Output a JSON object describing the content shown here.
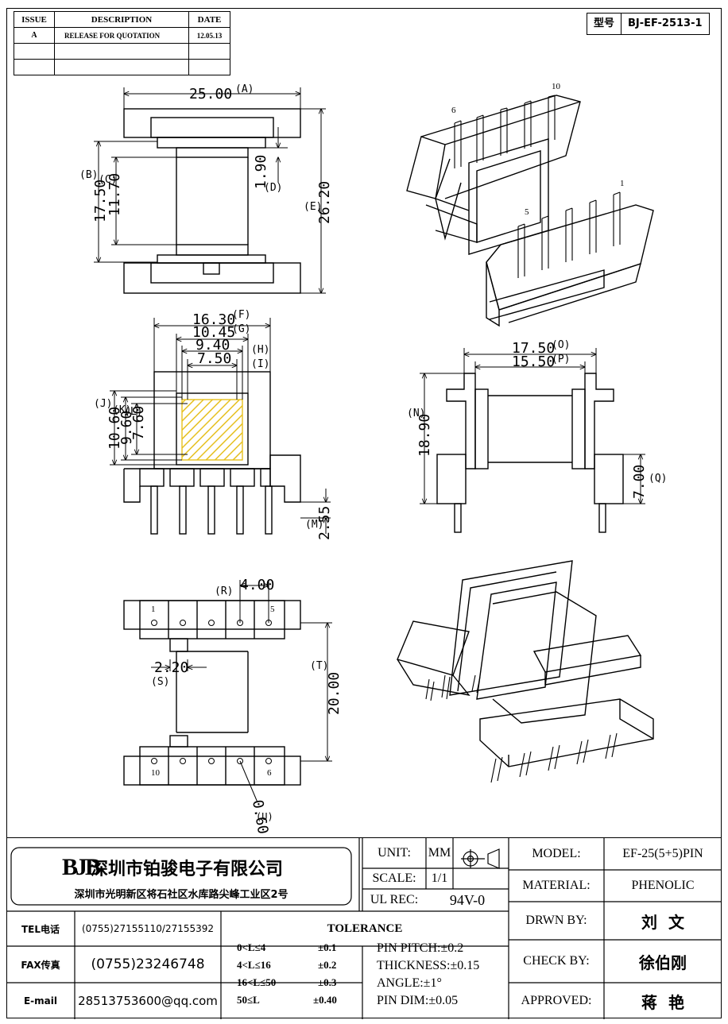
{
  "revision_table": {
    "headers": [
      "ISSUE",
      "DESCRIPTION",
      "DATE"
    ],
    "rows": [
      {
        "issue": "A",
        "description": "RELEASE FOR QUOTATION",
        "date": "12.05.13"
      },
      {
        "issue": "",
        "description": "",
        "date": ""
      },
      {
        "issue": "",
        "description": "",
        "date": ""
      }
    ]
  },
  "model_box": {
    "label": "型号",
    "value": "BJ-EF-2513-1"
  },
  "dimensions": {
    "A": "25.00",
    "B": "17.50",
    "C": "11.70",
    "D": "1.90",
    "E": "26.20",
    "F": "16.30",
    "G": "10.45",
    "H": "9.40",
    "I": "7.50",
    "J": "10.60",
    "K": "9.60",
    "L": "7.60",
    "M": "2.55",
    "O": "17.50",
    "P": "15.50",
    "N": "18.90",
    "Q": "7.00",
    "R": "4.00",
    "S": "2.20",
    "T": "20.00",
    "U": "0.60"
  },
  "dim_letters": {
    "A": "(A)",
    "B": "(B)",
    "C": "(C)",
    "D": "(D)",
    "E": "(E)",
    "F": "(F)",
    "G": "(G)",
    "H": "(H)",
    "I": "(I)",
    "J": "(J)",
    "K": "(K)",
    "L": "(L)",
    "M": "(M)",
    "N": "(N)",
    "O": "(O)",
    "P": "(P)",
    "Q": "(Q)",
    "R": "(R)",
    "S": "(S)",
    "T": "(T)",
    "U": "(U)"
  },
  "pin_labels": {
    "p1": "1",
    "p5": "5",
    "p6": "6",
    "p10": "10"
  },
  "company": {
    "logo": "BJB",
    "name": "深圳市铂骏电子有限公司",
    "address": "深圳市光明新区将石社区水库路尖峰工业区2号"
  },
  "unit": {
    "label": "UNIT:",
    "value": "MM"
  },
  "scale": {
    "label": "SCALE:",
    "value": "1/1"
  },
  "ul": {
    "label": "UL REC:",
    "value": "94V-0"
  },
  "contact": {
    "tel_label": "TEL电话",
    "tel": "(0755)27155110/27155392",
    "fax_label": "FAX传真",
    "fax": "(0755)23246748",
    "email_label": "E-mail",
    "email": "28513753600@qq.com"
  },
  "tolerance": {
    "title": "TOLERANCE",
    "ranges": [
      {
        "range": "0<L≤4",
        "tol": "±0.1"
      },
      {
        "range": "4<L≤16",
        "tol": "±0.2"
      },
      {
        "range": "16<L≤50",
        "tol": "±0.3"
      },
      {
        "range": "50≤L",
        "tol": "±0.40"
      }
    ],
    "notes": [
      "PIN PITCH:±0.2",
      "THICKNESS:±0.15",
      "ANGLE:±1°",
      "PIN DIM:±0.05"
    ]
  },
  "info": {
    "model_label": "MODEL:",
    "model": "EF-25(5+5)PIN",
    "material_label": "MATERIAL:",
    "material": "PHENOLIC",
    "drawn_label": "DRWN BY:",
    "drawn": "刘  文",
    "check_label": "CHECK BY:",
    "check": "徐伯刚",
    "approved_label": "APPROVED:",
    "approved": "蒋  艳"
  }
}
